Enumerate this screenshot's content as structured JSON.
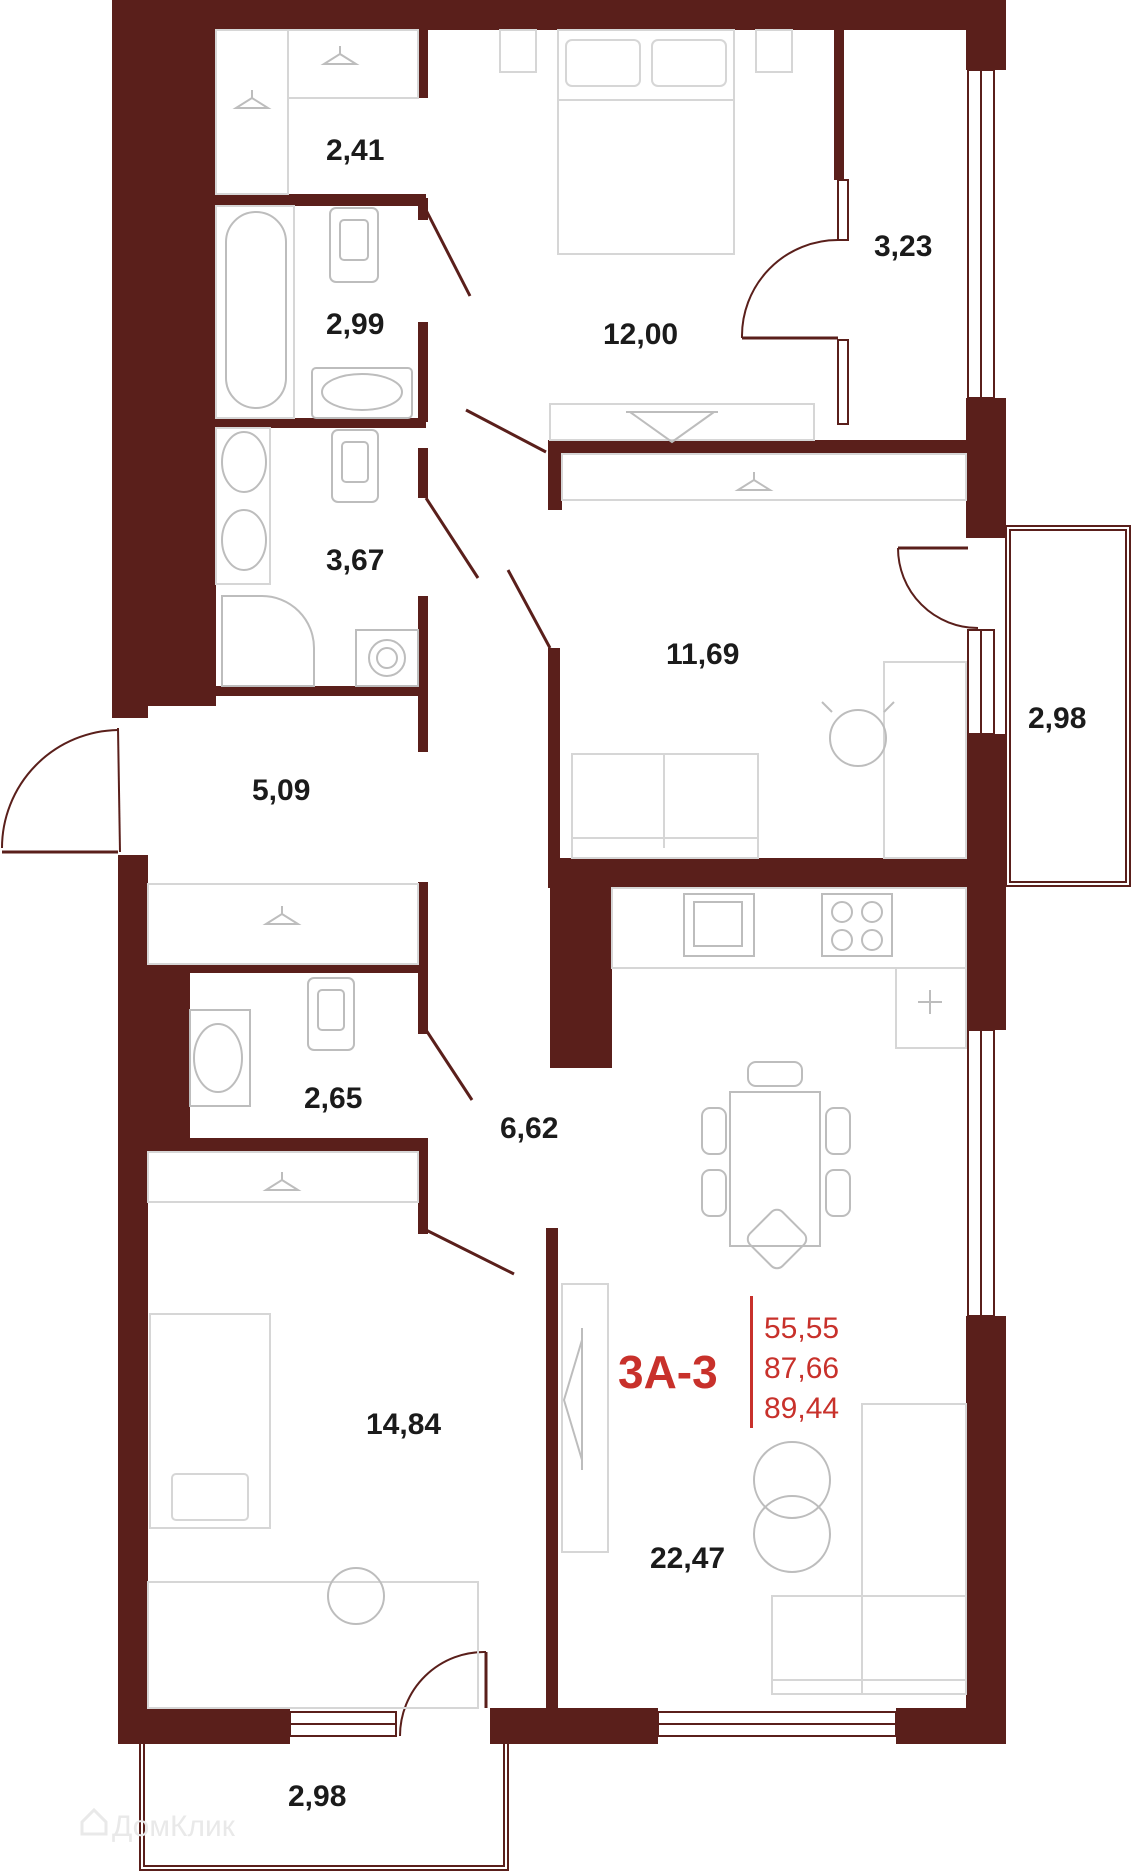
{
  "colors": {
    "wall": "#5a1f1b",
    "accent": "#c8312b",
    "furniture": "#d6d6d6",
    "text": "#1b1b1b"
  },
  "apartment": {
    "code": "3А-3",
    "areas": [
      "55,55",
      "87,66",
      "89,44"
    ]
  },
  "rooms": {
    "wardrobe_top": "2,41",
    "bathroom_top": "2,99",
    "bedroom_top": "12,00",
    "wardrobe_right": "3,23",
    "bathroom_mid": "3,67",
    "bedroom_mid": "11,69",
    "balcony_right": "2,98",
    "hall": "5,09",
    "wc": "2,65",
    "corridor": "6,62",
    "bedroom_bottom": "14,84",
    "kitchen_living": "22,47",
    "balcony_bottom": "2,98"
  },
  "watermark": "ДомКлик",
  "icons": [
    "hanger-icon",
    "bathtub-icon",
    "toilet-icon",
    "sink-icon",
    "shower-icon",
    "washing-machine-icon",
    "double-bed-icon",
    "single-bed-icon",
    "sofa-icon",
    "chair-icon",
    "stove-icon",
    "dining-table-icon",
    "tv-icon",
    "coffee-table-icon",
    "house-logo-icon"
  ]
}
